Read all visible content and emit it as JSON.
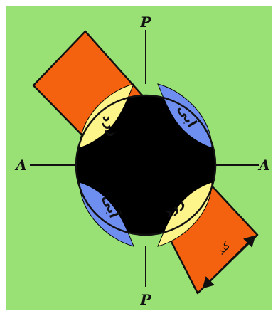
{
  "figure": {
    "axis_labels": {
      "polarizer_top": "P",
      "polarizer_bottom": "P",
      "analyzer_left": "A",
      "analyzer_right": "A"
    },
    "quadrants": {
      "top_left": "زرد",
      "top_right": "آبی",
      "bottom_left": "آبی",
      "bottom_right": "زرد"
    },
    "slow_direction_label": "کند",
    "colors": {
      "background": "#99E075",
      "plate": "#F4620F",
      "yellow": "#FDF48A",
      "blue": "#6E8FF0",
      "isogyre": "#000000"
    }
  }
}
